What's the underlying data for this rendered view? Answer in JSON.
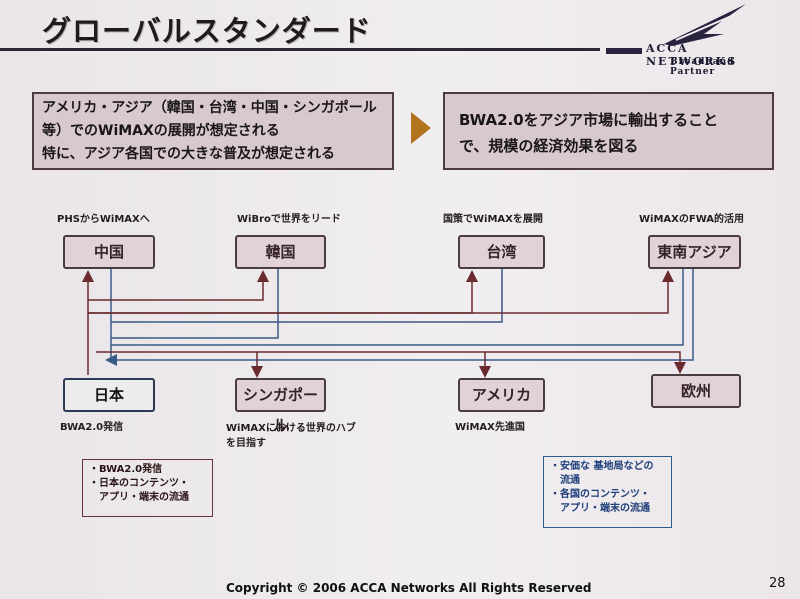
{
  "title": "グローバルスタンダード",
  "logo": {
    "name": "ACCA NETWORKS",
    "subtitle": "Broadband Partner"
  },
  "left_box": {
    "line1": "アメリカ・アジア（韓国・台湾・中国・シンガポール",
    "line2": "等）でのWiMAXの展開が想定される",
    "line3": "特に、アジア各国での大きな普及が想定される"
  },
  "right_box": {
    "line1": "BWA2.0をアジア市場に輸出すること",
    "line2": "で、規模の経済効果を図る"
  },
  "nodes": {
    "china": {
      "label": "中国",
      "note": "PHSからWiMAXへ"
    },
    "korea": {
      "label": "韓国",
      "note": "WiBroで世界をリード"
    },
    "taiwan": {
      "label": "台湾",
      "note": "国策でWiMAXを展開"
    },
    "sea": {
      "label": "東南アジア",
      "note": "WiMAXのFWA的活用"
    },
    "japan": {
      "label": "日本",
      "note": "BWA2.0発信"
    },
    "singapore": {
      "label": "シンガポール",
      "note1": "WiMAXにおける世界のハブ",
      "note2": "を目指す"
    },
    "america": {
      "label": "アメリカ",
      "note": "WiMAX先進国"
    },
    "europe": {
      "label": "欧州"
    }
  },
  "bullets_left": [
    "・BWA2.0発信",
    "・日本のコンテンツ・",
    "　アプリ・端末の流通"
  ],
  "bullets_right": [
    "・安価な 基地局などの",
    "　流通",
    "・各国のコンテンツ・",
    "　アプリ・端末の流通"
  ],
  "colors": {
    "accent_arrow": "#b0751d",
    "line_blue": "#3a5a86",
    "line_red": "#6a2a2e"
  },
  "copyright": "Copyright © 2006 ACCA Networks All Rights Reserved",
  "page_number": "28"
}
